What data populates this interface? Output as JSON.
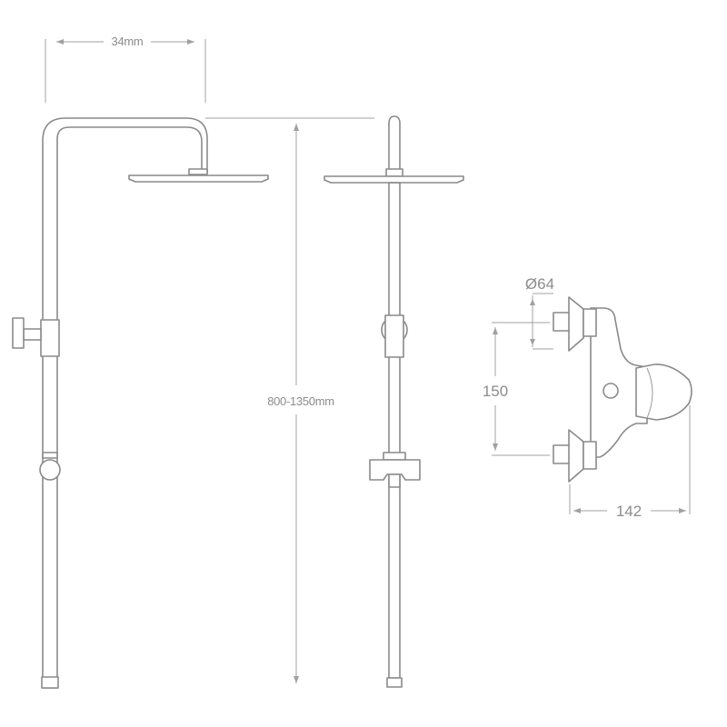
{
  "dimensions": {
    "head_width": "34mm",
    "height_range": "800-1350mm",
    "inlet_diameter": "Ø64",
    "inlet_spacing": "150",
    "mixer_depth": "142"
  },
  "colors": {
    "line": "#8a8a8a",
    "dimension": "#a0a0a0",
    "text": "#8c8c8c",
    "background": "#ffffff"
  }
}
